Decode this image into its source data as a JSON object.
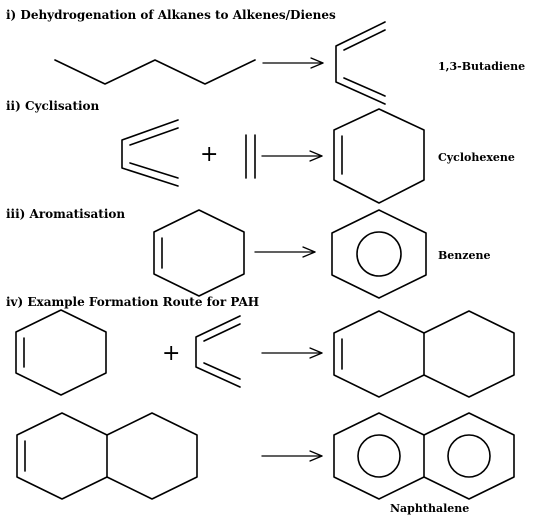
{
  "sections": {
    "s1": "i) Dehydrogenation of Alkanes to Alkenes/Dienes",
    "s2": "ii) Cyclisation",
    "s3": "iii) Aromatisation",
    "s4": "iv) Example Formation Route for PAH"
  },
  "labels": {
    "butadiene": "1,3-Butadiene",
    "cyclohexene": "Cyclohexene",
    "benzene": "Benzene",
    "naphthalene": "Naphthalene"
  },
  "operators": {
    "plus": "+"
  }
}
